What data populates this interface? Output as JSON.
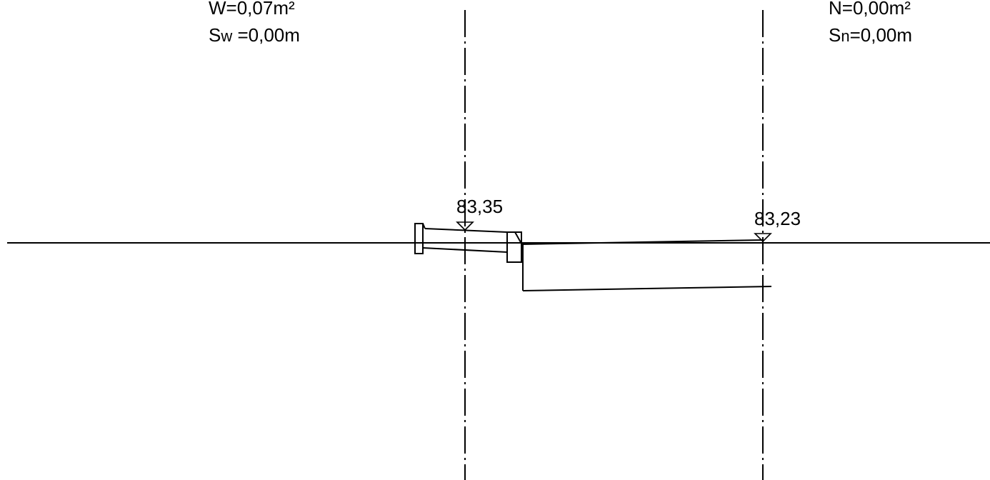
{
  "left_block": {
    "area": "W=0,07m²",
    "s_prefix": "S",
    "s_sub": "w",
    "s_value": " =0,00m"
  },
  "right_block": {
    "area": "N=0,00m²",
    "s_prefix": "S",
    "s_sub": "n",
    "s_value": "=0,00m"
  },
  "elevations": {
    "left": "83,35",
    "right": "83,23"
  }
}
